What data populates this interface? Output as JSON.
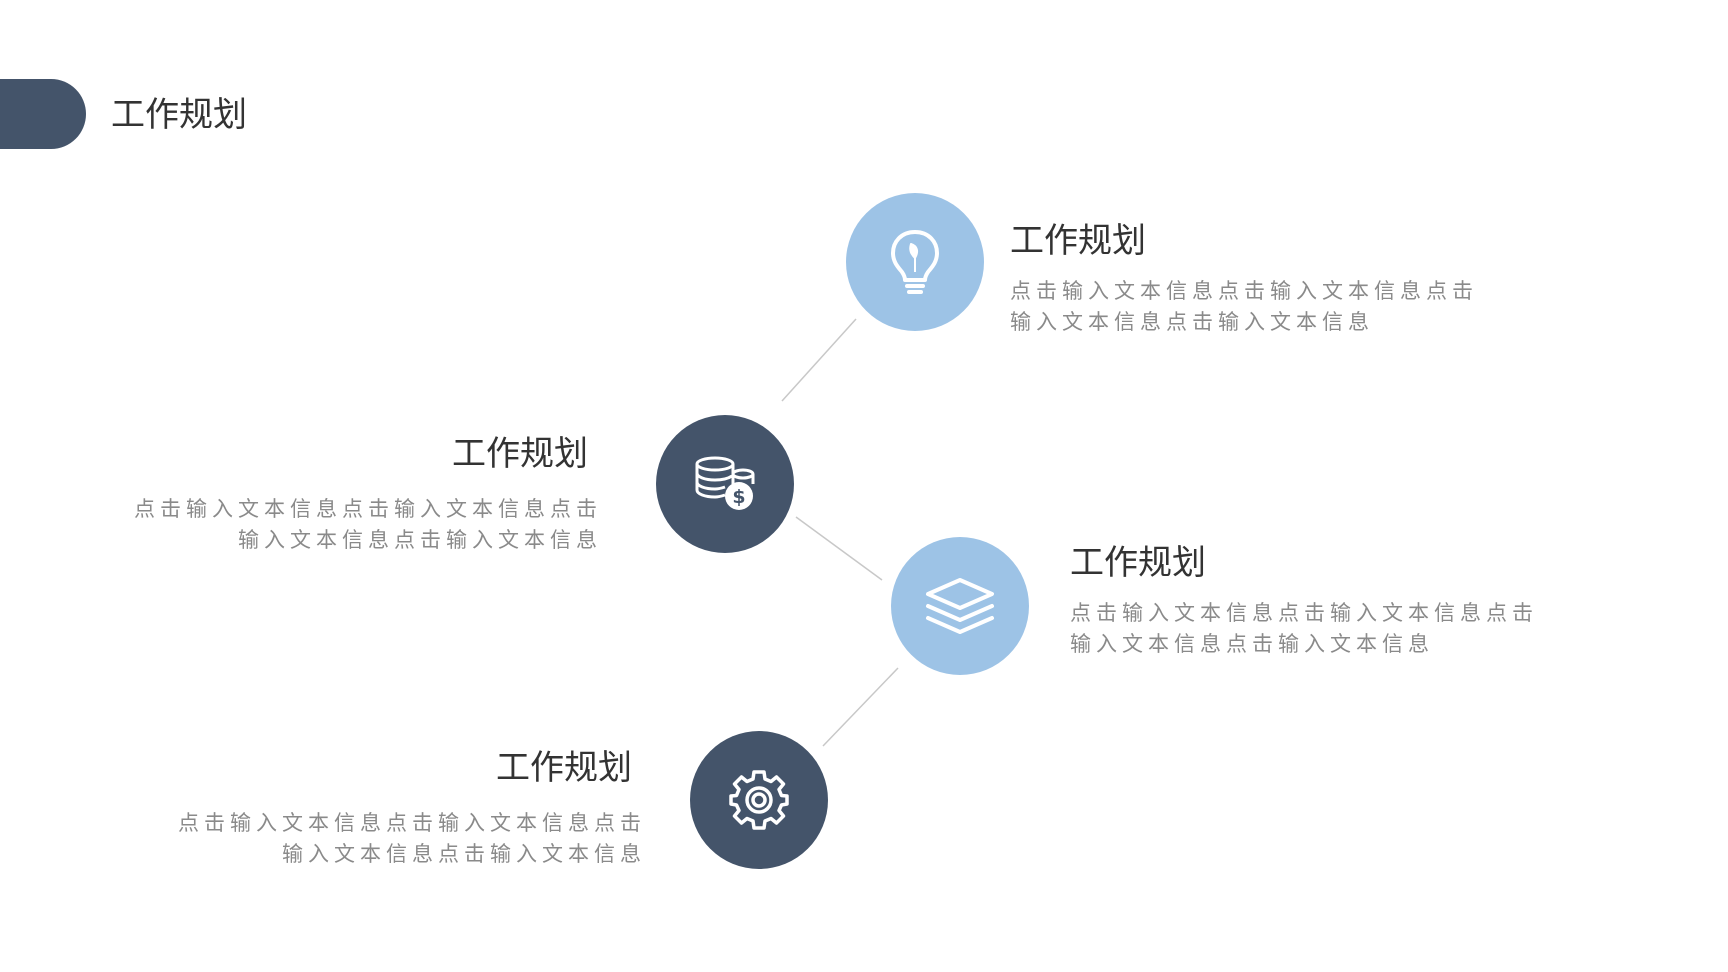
{
  "header": {
    "title": "工作规划"
  },
  "colors": {
    "dark": "#44546a",
    "light": "#9dc3e6",
    "line": "#c8c8c8",
    "icon": "#ffffff"
  },
  "items": [
    {
      "title": "工作规划",
      "desc": "点击输入文本信息点击输入文本信息点击输入文本信息点击输入文本信息",
      "icon": "lightbulb-icon"
    },
    {
      "title": "工作规划",
      "desc": "点击输入文本信息点击输入文本信息点击输入文本信息点击输入文本信息",
      "icon": "coins-dollar-icon"
    },
    {
      "title": "工作规划",
      "desc": "点击输入文本信息点击输入文本信息点击输入文本信息点击输入文本信息",
      "icon": "layers-icon"
    },
    {
      "title": "工作规划",
      "desc": "点击输入文本信息点击输入文本信息点击输入文本信息点击输入文本信息",
      "icon": "gear-icon"
    }
  ]
}
